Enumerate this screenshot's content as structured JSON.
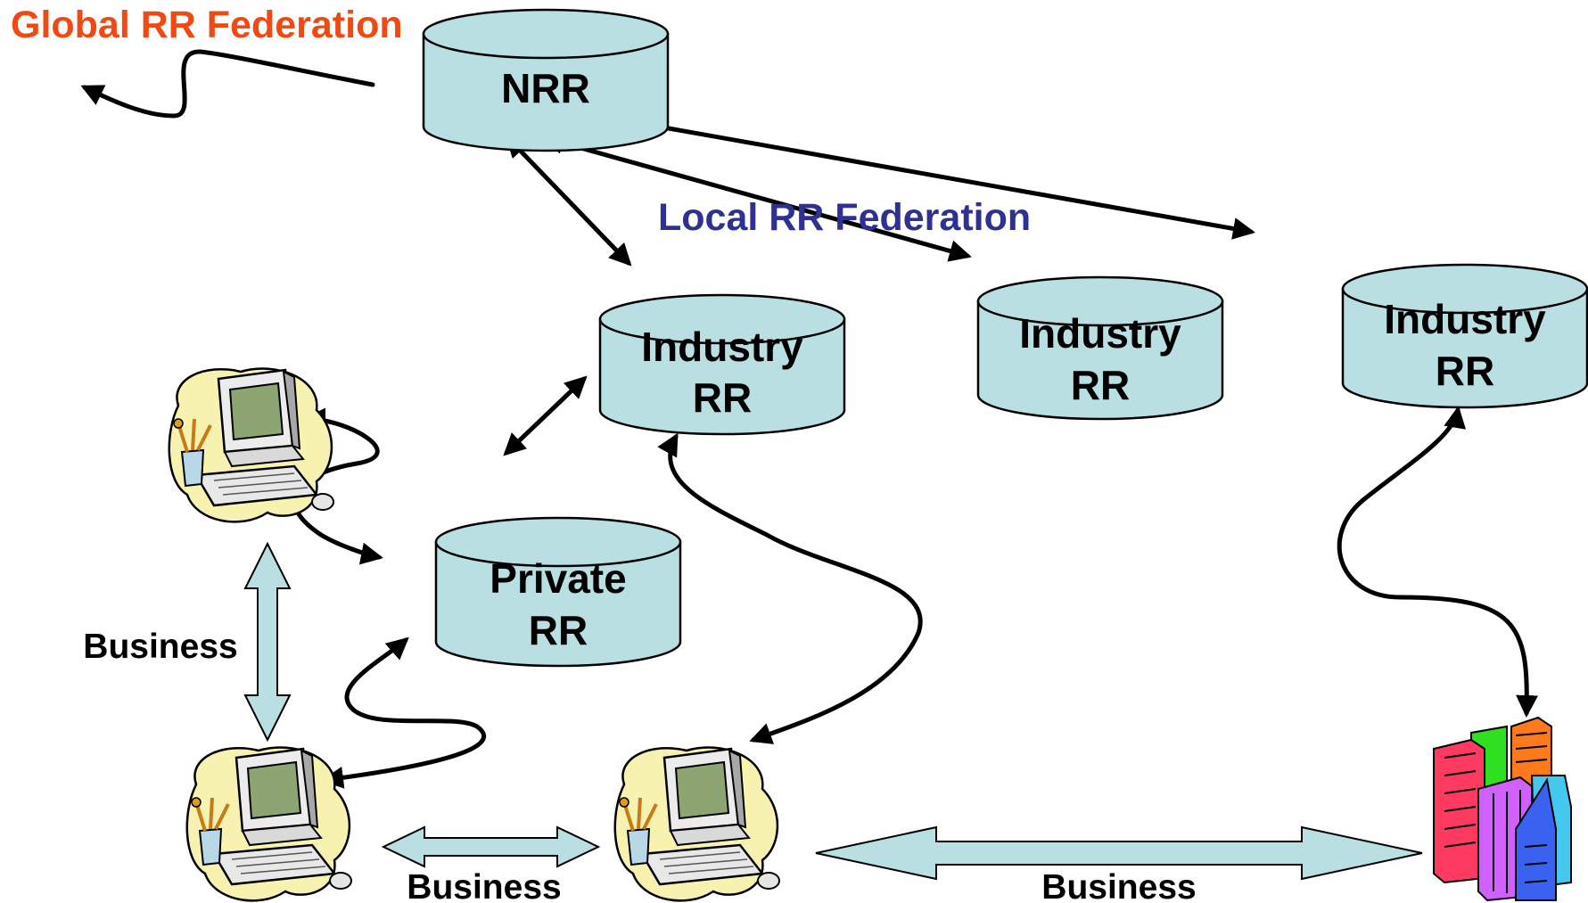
{
  "titles": {
    "global": "Global RR Federation",
    "local": "Local RR Federation"
  },
  "repositories": {
    "nrr": "NRR",
    "industry_1": [
      "Industry",
      "RR"
    ],
    "industry_2": [
      "Industry",
      "RR"
    ],
    "industry_3": [
      "Industry",
      "RR"
    ],
    "private": [
      "Private",
      "RR"
    ]
  },
  "business_labels": {
    "left_vertical": "Business",
    "bottom_left": "Business",
    "bottom_right": "Business"
  },
  "icons": [
    "computer-icon",
    "computer-icon",
    "computer-icon",
    "city-buildings-icon"
  ],
  "colors": {
    "global_title": "#f04a12",
    "local_title": "#2e3192",
    "cylinder_fill": "#b9dfe3",
    "business_arrow_fill": "#b9dfe3"
  }
}
